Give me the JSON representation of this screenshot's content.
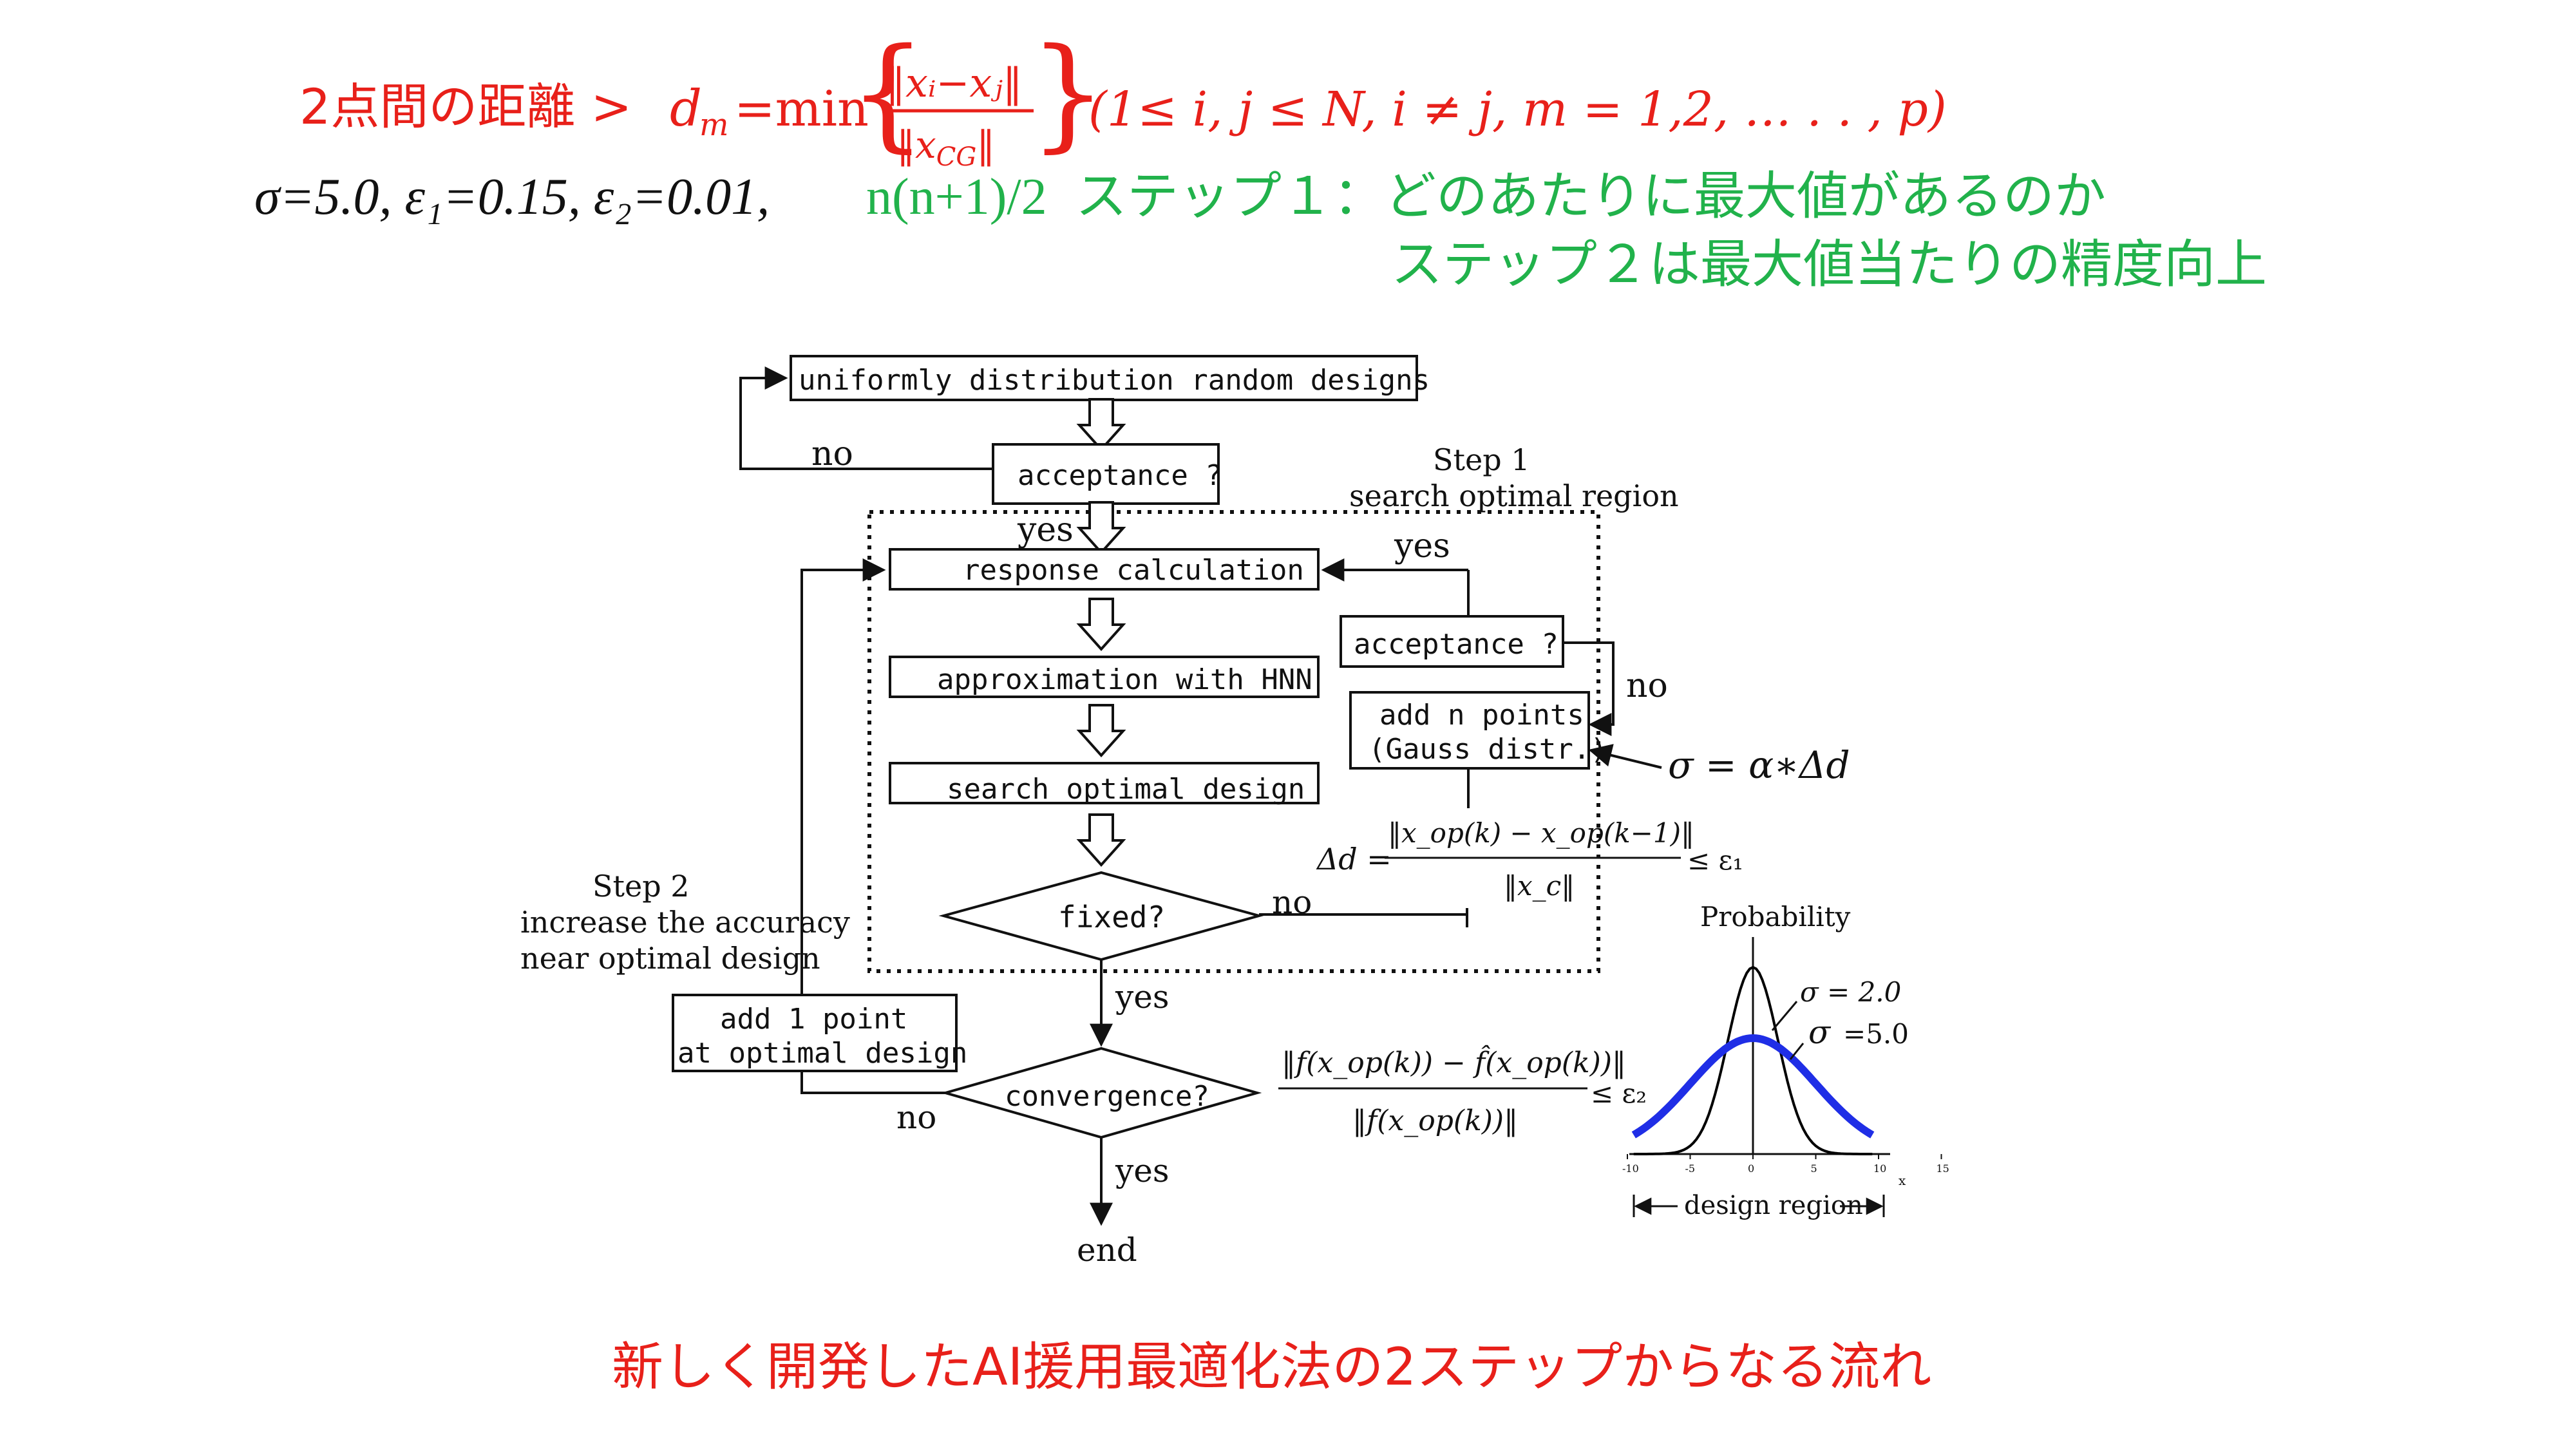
{
  "header": {
    "line1_prefix": "2点間の距離 >",
    "dm": "d",
    "dm_sub": "m",
    "eq_min": "=min",
    "frac_num": "‖xᵢ−xⱼ‖",
    "frac_den": "‖x",
    "frac_den_sub": "CG",
    "frac_den_end": "‖",
    "condition": "(1≤ i, j ≤ N, i ≠ j, m = 1,2, … . . , p)",
    "sigma_params": "σ=5.0, ε₁=0.15, ε₂=0.01,",
    "step_count": "n(n+1)/2",
    "step1_note": "ステップ１：どのあたりに最大値があるのか",
    "step2_note": "ステップ２は最大値当たりの精度向上"
  },
  "flow": {
    "random_designs": "uniformly distribution random designs",
    "acceptance_top": "acceptance ?",
    "no_top": "no",
    "yes_top": "yes",
    "step1_title": "Step 1",
    "step1_sub": "search optimal region",
    "response": "response calculation",
    "approx": "approximation with HNN",
    "search": "search optimal design",
    "fixed": "fixed?",
    "no_fixed": "no",
    "yes_fixed": "yes",
    "acceptance_right": "acceptance ?",
    "yes_right": "yes",
    "no_right": "no",
    "add_n_1": "add n points",
    "add_n_2": "(Gauss distr.)",
    "sigma_eq": "σ = α∗Δd",
    "delta_lhs": "Δd =",
    "delta_num": "‖x_op(k) − x_op(k−1)‖",
    "delta_den": "‖x_c‖",
    "delta_rhs": "≤ ε₁",
    "step2_title": "Step 2",
    "step2_l2": "increase the accuracy",
    "step2_l3": "near optimal design",
    "add_1_1": "add 1 point",
    "add_1_2": "at optimal design",
    "convergence": "convergence?",
    "no_conv": "no",
    "yes_conv": "yes",
    "end": "end",
    "conv_num": "‖f(x_op(k)) − f̂(x_op(k))‖",
    "conv_den": "‖f(x_op(k))‖",
    "conv_rhs": "≤ ε₂"
  },
  "gauss_plot": {
    "ylabel": "Probability",
    "sigma_narrow": "σ = 2.0",
    "sigma_wide_sym": "σ",
    "sigma_wide_val": "=5.0",
    "xlabel": "design region",
    "x_axis": "x",
    "ticks": [
      "-10",
      "-5",
      "0",
      "5",
      "10",
      "15"
    ],
    "narrow_color": "#000000",
    "wide_color": "#1f2ee6"
  },
  "caption": "新しく開発したAI援用最適化法の2ステップからなる流れ",
  "colors": {
    "red": "#e8201a",
    "green": "#21b24b",
    "black": "#111111"
  }
}
